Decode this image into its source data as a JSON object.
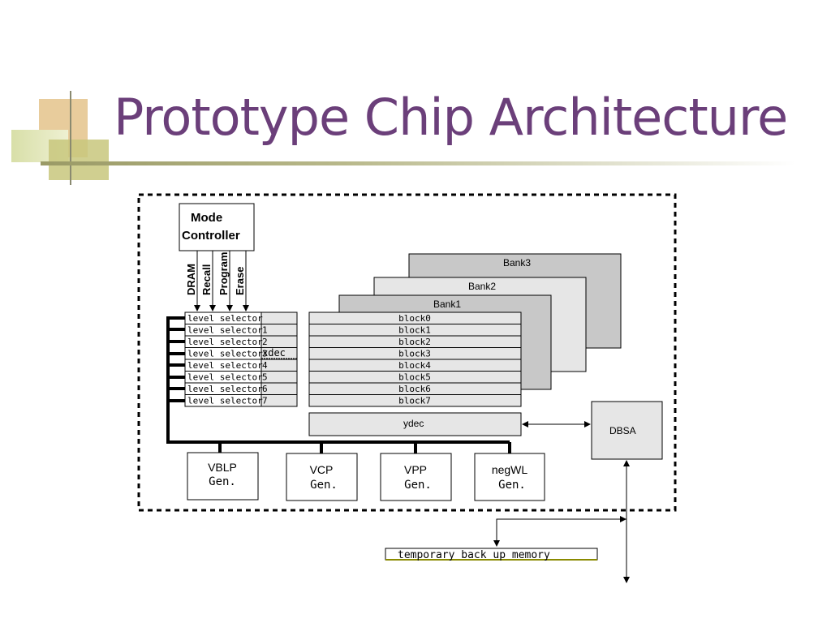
{
  "slide": {
    "title": "Prototype Chip Architecture"
  },
  "diagram": {
    "mode_controller": {
      "line1": "Mode",
      "line2": "Controller"
    },
    "mode_signals": [
      "DRAM",
      "Recall",
      "Program",
      "Erase"
    ],
    "level_selectors": [
      {
        "label": "level selector",
        "index": ""
      },
      {
        "label": "level selector",
        "index": "1"
      },
      {
        "label": "level selector",
        "index": "2"
      },
      {
        "label": "level selector",
        "index": "3"
      },
      {
        "label": "level selector",
        "index": "4"
      },
      {
        "label": "level selector",
        "index": "5"
      },
      {
        "label": "level selector",
        "index": "6"
      },
      {
        "label": "level selector",
        "index": "7"
      }
    ],
    "xdec_label": "xdec",
    "banks": [
      "Bank3",
      "Bank2",
      "Bank1"
    ],
    "blocks": [
      "block0",
      "block1",
      "block2",
      "block3",
      "block4",
      "block5",
      "block6",
      "block7"
    ],
    "ydec_label": "ydec",
    "dbsa_label": "DBSA",
    "generators": [
      {
        "line1": "VBLP",
        "line2": "Gen."
      },
      {
        "line1": "VCP",
        "line2": "Gen."
      },
      {
        "line1": "VPP",
        "line2": "Gen."
      },
      {
        "line1": "negWL",
        "line2": "Gen."
      }
    ],
    "temp_memory_label": "temporary back up memory"
  },
  "colors": {
    "title": "#6b3f7a",
    "deco_tan": "#e6c896",
    "deco_green": "#c6cf8e",
    "bank_fill_dark": "#c8c8c8",
    "bank_fill_light": "#e6e6e6"
  }
}
